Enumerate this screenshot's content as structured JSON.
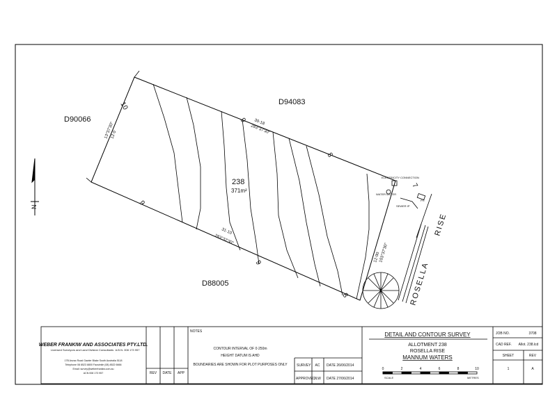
{
  "plan": {
    "lot_number": "238",
    "lot_area": "371m²",
    "neighbours": {
      "north": "D94083",
      "west": "D90066",
      "south": "D88005"
    },
    "road": {
      "word1": "ROSELLA",
      "word2": "RISE"
    },
    "boundaries": {
      "north_length": "30·18",
      "north_bearing": "283°37'30\"",
      "south_length": "31·10",
      "south_bearing": "283°37'30\"",
      "west_length": "12·0",
      "west_bearing": "13°37'30\"",
      "east_length": "12·00",
      "east_bearing": "103°37'30\""
    },
    "contour_labels": [
      "10",
      "9",
      "9",
      "8",
      "8",
      "9",
      "7"
    ],
    "services": {
      "electricity": "ELECTRICITY CONNECTION",
      "water_meter": "WATER METER",
      "sewer": "SEWER IP",
      "pit": "PIT"
    },
    "north_arrow": "N"
  },
  "title_block": {
    "company": "WEBER FRANKIW AND ASSOCIATES PTY.LTD.",
    "company_sub": "Licensed Surveyors and Land Division Consultants",
    "abn": "A.B.N. 008 173 957",
    "address": "17B Anzac Road Gawler Blake South Australia 5118",
    "phone": "Telephone 08 8523 8800 Facsimile (08) 8522 6666",
    "email": "Email: survey@weberfrankiw.com.au",
    "acn": "ACN 008 173 957",
    "rev_label": "REV",
    "date_label": "DATE",
    "app_label": "APP",
    "notes_label": "NOTES",
    "notes": [
      "CONTOUR INTERVAL OF  0·250m",
      "HEIGHT DATUM IS AHD",
      "BOUNDARIES ARE SHOWN FOR PLOT PURPOSES ONLY"
    ],
    "survey_label": "SURVEY",
    "survey_by": "AC",
    "survey_date": "DATE  26/06/2014",
    "approved_label": "APPROVED",
    "approved_by": "JLW",
    "approved_date": "DATE  27/06/2014",
    "title": "DETAIL AND CONTOUR SURVEY",
    "allotment": "ALLOTMENT 238",
    "street": "ROSELLA RISE",
    "suburb": "MANNUM WATERS",
    "scale_ticks": [
      "0",
      "2",
      "4",
      "6",
      "8",
      "10"
    ],
    "scale_label": "SCALE",
    "metres_label": "METRES",
    "job_no_label": "JOB NO.",
    "job_no": "3708",
    "cad_ref_label": "CAD REF.",
    "cad_ref": "Allot. 238.lcd",
    "sheet_label": "SHEET",
    "sheet": "1",
    "rev_label2": "REV",
    "rev": "A"
  }
}
